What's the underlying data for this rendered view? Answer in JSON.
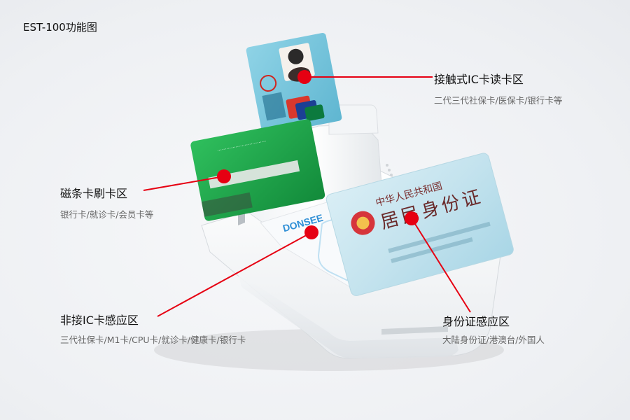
{
  "page_title": "EST-100功能图",
  "brand_logo_text": "DONSEE",
  "callouts": {
    "contact_ic": {
      "title": "接触式IC卡读卡区",
      "subtitle": "二代三代社保卡/医保卡/银行卡等"
    },
    "magstripe": {
      "title": "磁条卡刷卡区",
      "subtitle": "银行卡/就诊卡/会员卡等"
    },
    "contactless": {
      "title": "非接IC卡感应区",
      "subtitle": "三代社保卡/M1卡/CPU卡/就诊卡/健康卡/银行卡"
    },
    "id_card": {
      "title": "身份证感应区",
      "subtitle": "大陆身份证/港澳台/外国人"
    }
  },
  "id_card_text": {
    "country": "中华人民共和国",
    "title": "居民身份证"
  },
  "colors": {
    "accent_red": "#e60012",
    "device_white": "#f9fafb",
    "card_green": "#1aa64a",
    "card_blue": "#7ec9df"
  }
}
